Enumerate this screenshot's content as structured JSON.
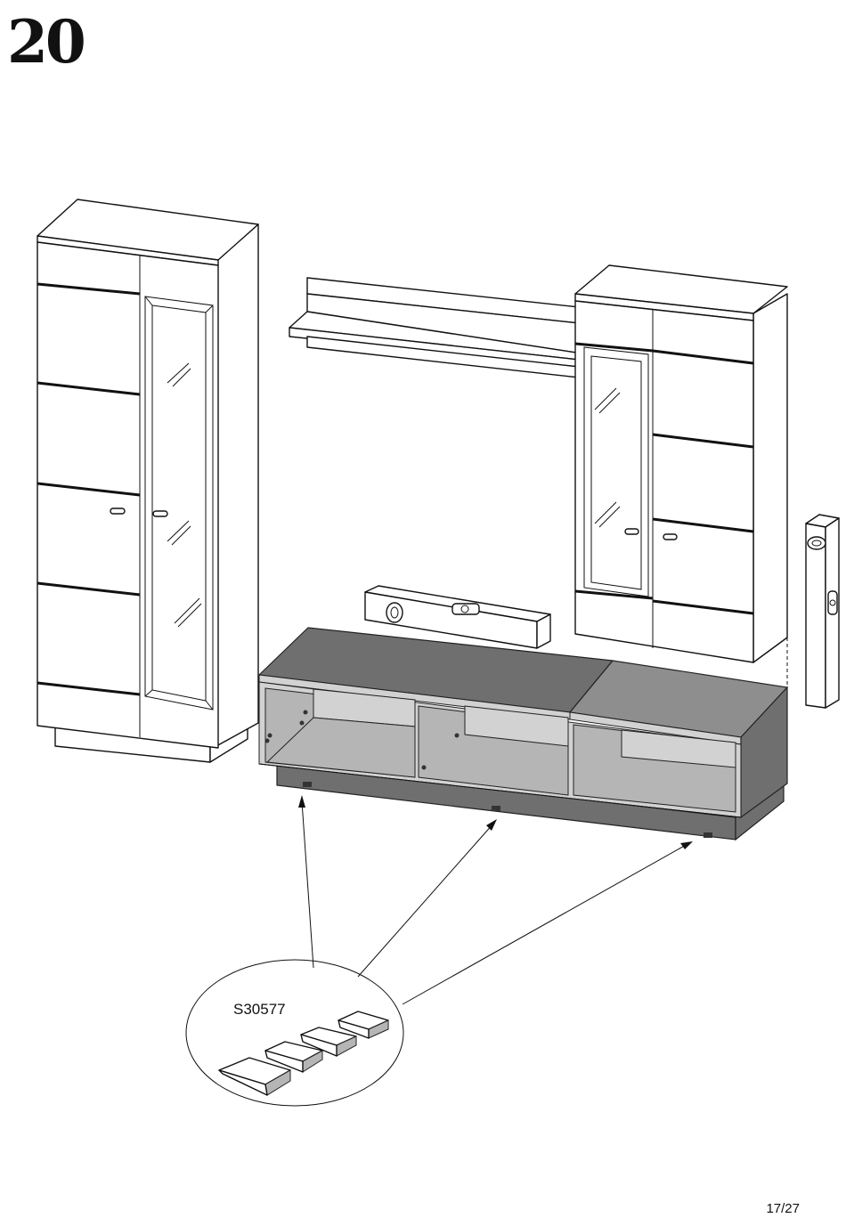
{
  "step": {
    "number": "20"
  },
  "detail": {
    "part_code": "S30577"
  },
  "footer": {
    "page": "17/27"
  }
}
